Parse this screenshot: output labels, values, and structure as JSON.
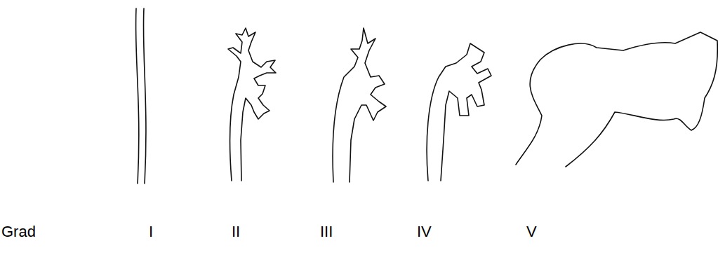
{
  "diagram": {
    "labels": [
      "Grad",
      "I",
      "II",
      "III",
      "IV",
      "V"
    ]
  }
}
